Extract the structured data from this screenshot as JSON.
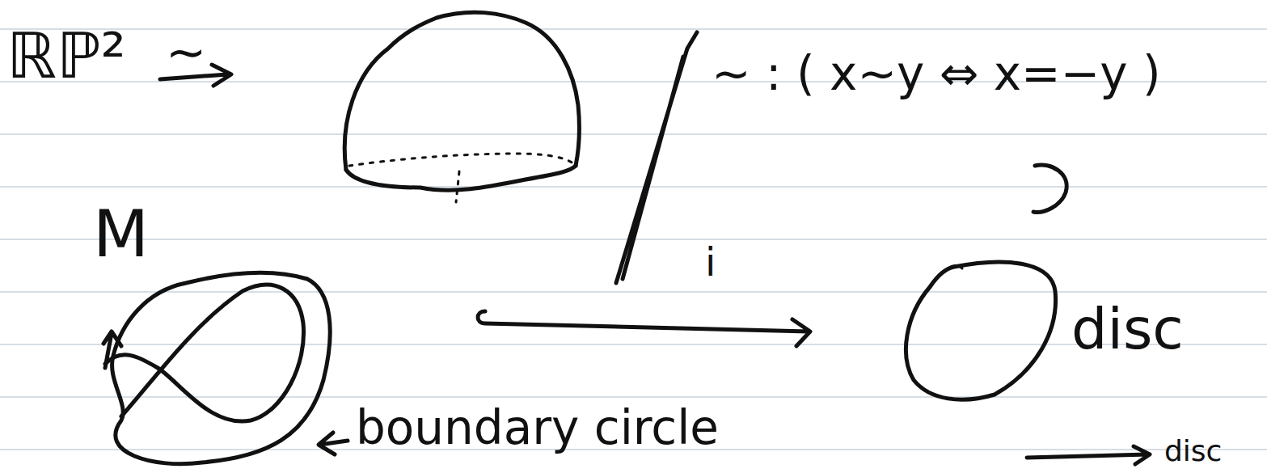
{
  "diagram": {
    "labels": [
      "ℝℙ²",
      "∼",
      "∼ : ( x∼y ⇔ x=−y )",
      "M",
      "i",
      "boundary circle",
      "disc",
      "disc"
    ]
  }
}
